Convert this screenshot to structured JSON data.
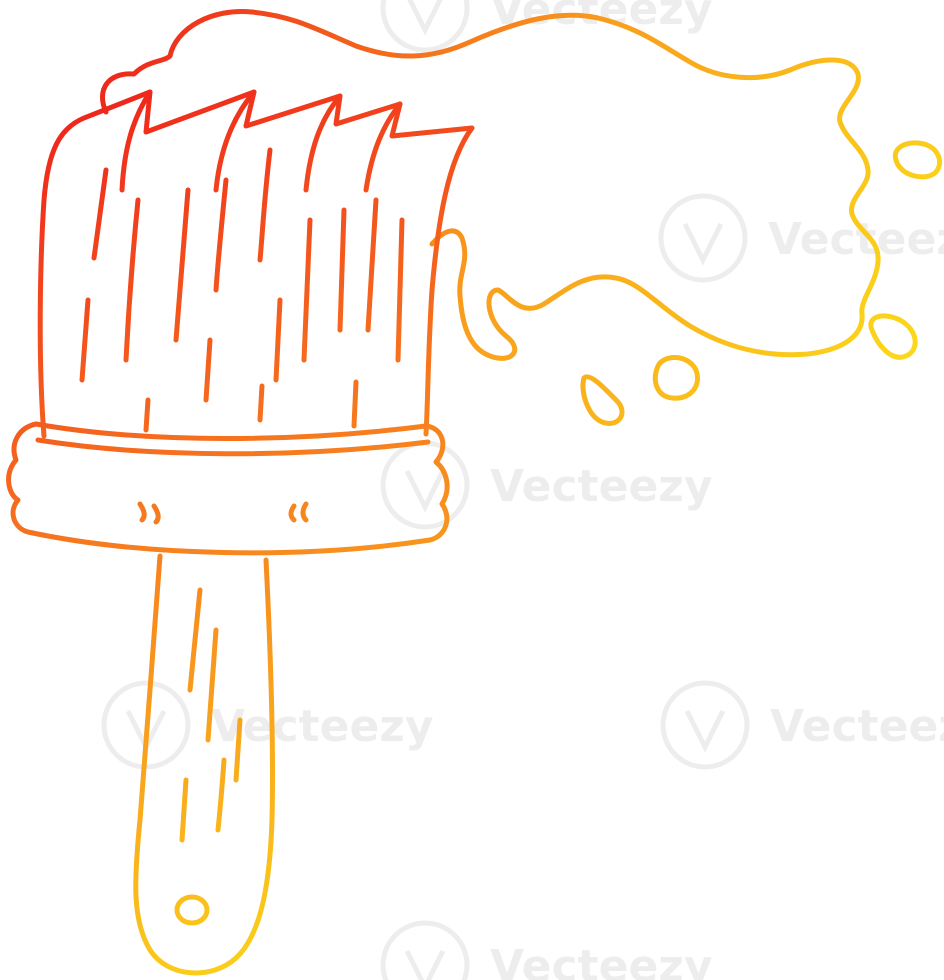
{
  "illustration": {
    "subject": "cartoon paint brush with paint splash",
    "style": "line art with red-to-yellow warm gradient stroke",
    "colors": {
      "stroke_top": "#ee1c1c",
      "stroke_mid": "#f77d1e",
      "stroke_bottom": "#fbe81a",
      "background": "#ffffff"
    }
  },
  "watermark": {
    "brand": "Vecteezy",
    "label": "Vecteezy",
    "icon": "vecteezy-v-logo-icon"
  }
}
